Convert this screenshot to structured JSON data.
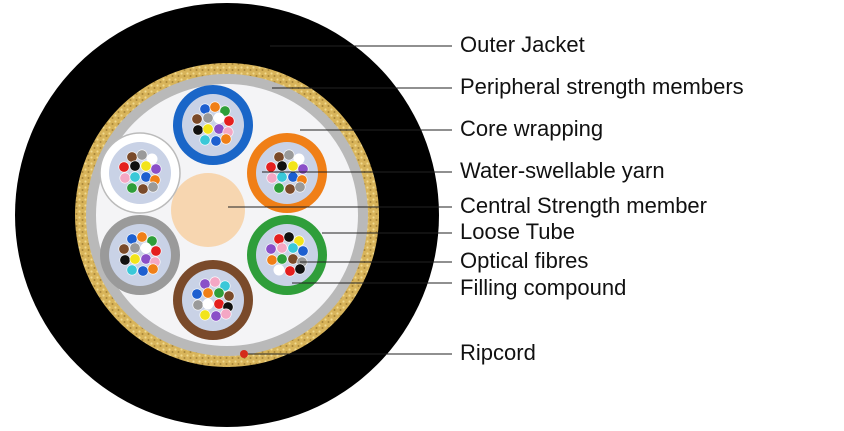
{
  "labels": {
    "outer_jacket": "Outer Jacket",
    "peripheral_strength": "Peripheral strength members",
    "core_wrapping": "Core wrapping",
    "water_swellable_yarn": "Water-swellable yarn",
    "central_strength_member": "Central Strength member",
    "loose_tube": "Loose Tube",
    "optical_fibres": "Optical fibres",
    "filling_compound": "Filling compound",
    "ripcord": "Ripcord"
  },
  "colors": {
    "jacket": "#000000",
    "strength_members": "#d8b45a",
    "core_wrapping": "#b9b9b9",
    "filling": "#f4f4f6",
    "central_member": "#f7d6b0",
    "ripcord": "#d42a1a",
    "leader_line": "#222222",
    "tubes": [
      "#1a66c8",
      "#f07f17",
      "#2f9e3a",
      "#7a4a2a",
      "#9a9a9a",
      "#ffffff"
    ],
    "tube_gel": "#c9d2e6",
    "fibres": [
      "#1d5fd0",
      "#f07f17",
      "#2e9e3a",
      "#7a4a2a",
      "#9a9a9a",
      "#ffffff",
      "#e41f1f",
      "#111111",
      "#f2e41b",
      "#8a4fc8",
      "#f4a7c4",
      "#3ac8d8"
    ]
  }
}
